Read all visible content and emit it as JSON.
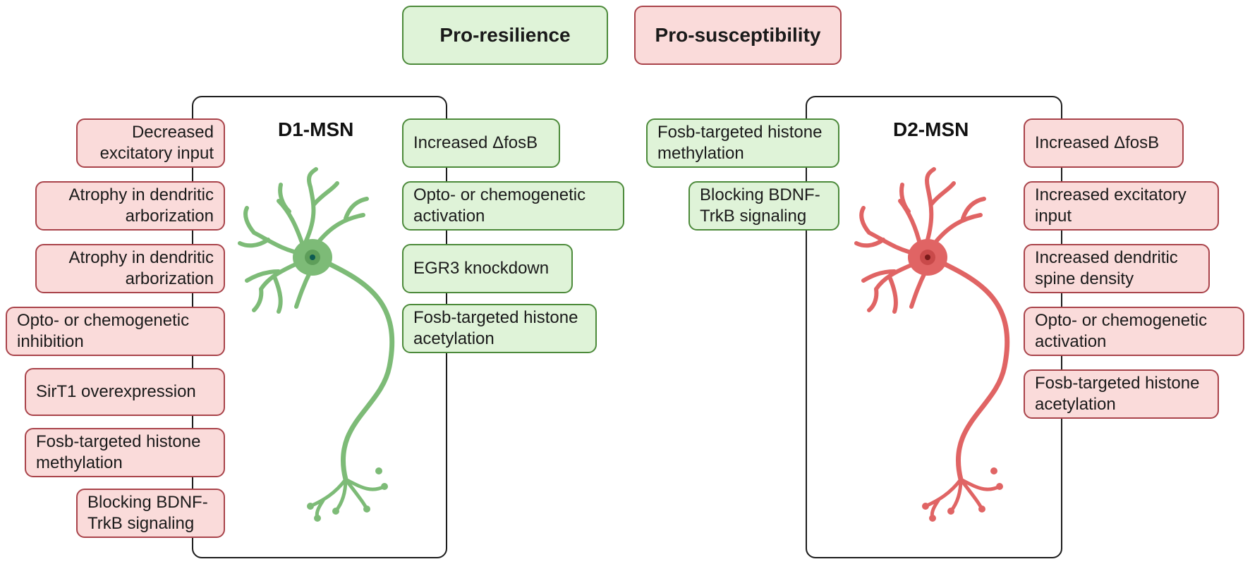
{
  "legend": {
    "pro_resilience": "Pro-resilience",
    "pro_susceptibility": "Pro-susceptibility"
  },
  "d1": {
    "title": "D1-MSN",
    "left_items": [
      "Decreased excitatory input",
      "Atrophy in dendritic arborization",
      "Atrophy in dendritic arborization",
      "Opto- or chemogenetic inhibition",
      "SirT1 overexpression",
      "Fosb-targeted histone methylation",
      "Blocking BDNF-TrkB signaling"
    ],
    "right_items": [
      "Increased ΔfosB",
      "Opto- or chemogenetic activation",
      "EGR3 knockdown",
      "Fosb-targeted histone acetylation"
    ]
  },
  "d2": {
    "title": "D2-MSN",
    "left_items": [
      "Fosb-targeted histone methylation",
      "Blocking BDNF-TrkB signaling"
    ],
    "right_items": [
      "Increased ΔfosB",
      "Increased excitatory input",
      "Increased dendritic spine density",
      "Opto- or chemogenetic activation",
      "Fosb-targeted histone acetylation"
    ]
  },
  "colors": {
    "resilience_fill": "#dff3d8",
    "resilience_border": "#4c8a3a",
    "susceptibility_fill": "#fadbda",
    "susceptibility_border": "#a9434a",
    "d1_neuron": "#7dbb77",
    "d2_neuron": "#e06464"
  }
}
